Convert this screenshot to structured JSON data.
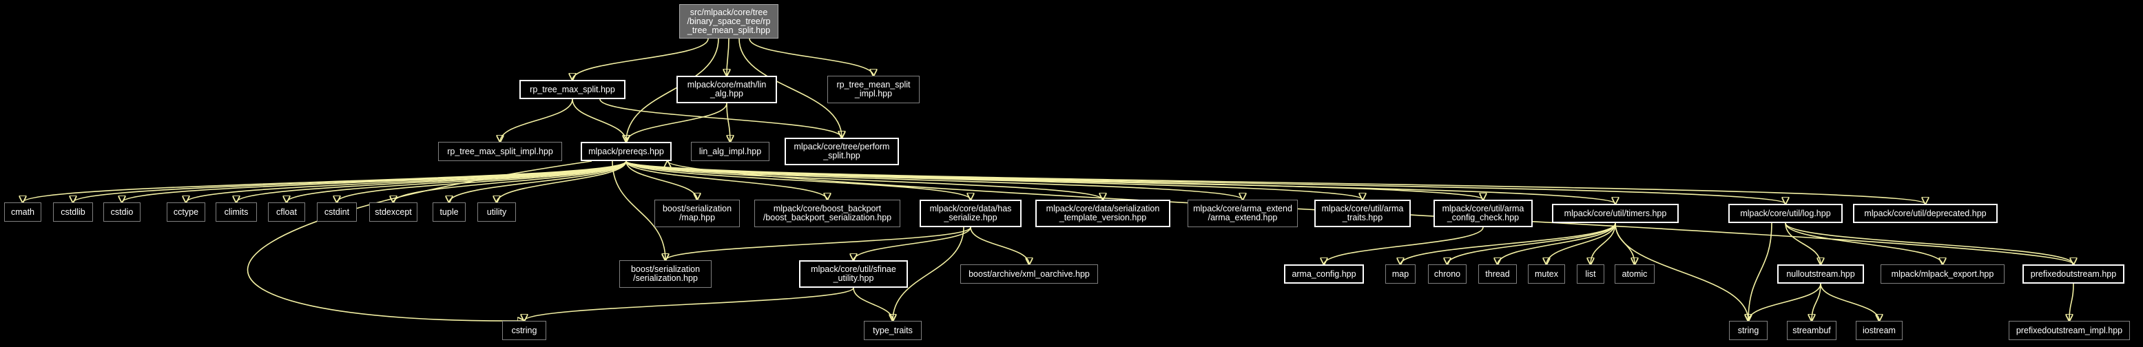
{
  "nodes": {
    "root": "src/mlpack/core/tree\n/binary_space_tree/rp\n_tree_mean_split.hpp",
    "rp_max_split": "rp_tree_max_split.hpp",
    "lin_alg": "mlpack/core/math/lin\n_alg.hpp",
    "rp_mean_impl": "rp_tree_mean_split\n_impl.hpp",
    "rp_max_impl": "rp_tree_max_split_impl.hpp",
    "prereqs": "mlpack/prereqs.hpp",
    "lin_alg_impl": "lin_alg_impl.hpp",
    "perform_split": "mlpack/core/tree/perform\n_split.hpp",
    "cmath": "cmath",
    "cstdlib": "cstdlib",
    "cstdio": "cstdio",
    "cctype": "cctype",
    "climits": "climits",
    "cfloat": "cfloat",
    "cstdint": "cstdint",
    "stdexcept": "stdexcept",
    "tuple": "tuple",
    "utility": "utility",
    "boost_map": "boost/serialization\n/map.hpp",
    "boost_backport": "mlpack/core/boost_backport\n/boost_backport_serialization.hpp",
    "has_serialize": "mlpack/core/data/has\n_serialize.hpp",
    "ser_template": "mlpack/core/data/serialization\n_template_version.hpp",
    "arma_extend": "mlpack/core/arma_extend\n/arma_extend.hpp",
    "arma_traits": "mlpack/core/util/arma\n_traits.hpp",
    "arma_config_check": "mlpack/core/util/arma\n_config_check.hpp",
    "timers": "mlpack/core/util/timers.hpp",
    "log": "mlpack/core/util/log.hpp",
    "deprecated": "mlpack/core/util/deprecated.hpp",
    "boost_serialization": "boost/serialization\n/serialization.hpp",
    "sfinae": "mlpack/core/util/sfinae\n_utility.hpp",
    "xml_oarchive": "boost/archive/xml_oarchive.hpp",
    "arma_config": "arma_config.hpp",
    "map": "map",
    "chrono": "chrono",
    "thread": "thread",
    "mutex": "mutex",
    "list": "list",
    "atomic": "atomic",
    "nulloutstream": "nulloutstream.hpp",
    "mlpack_export": "mlpack/mlpack_export.hpp",
    "prefixedoutstream": "prefixedoutstream.hpp",
    "cstring": "cstring",
    "type_traits": "type_traits",
    "string": "string",
    "streambuf": "streambuf",
    "iostream": "iostream",
    "prefixed_impl": "prefixedoutstream_impl.hpp"
  },
  "colors": {
    "edge": "#f4f1a4",
    "root_fill": "#666666",
    "background": "#000000"
  }
}
